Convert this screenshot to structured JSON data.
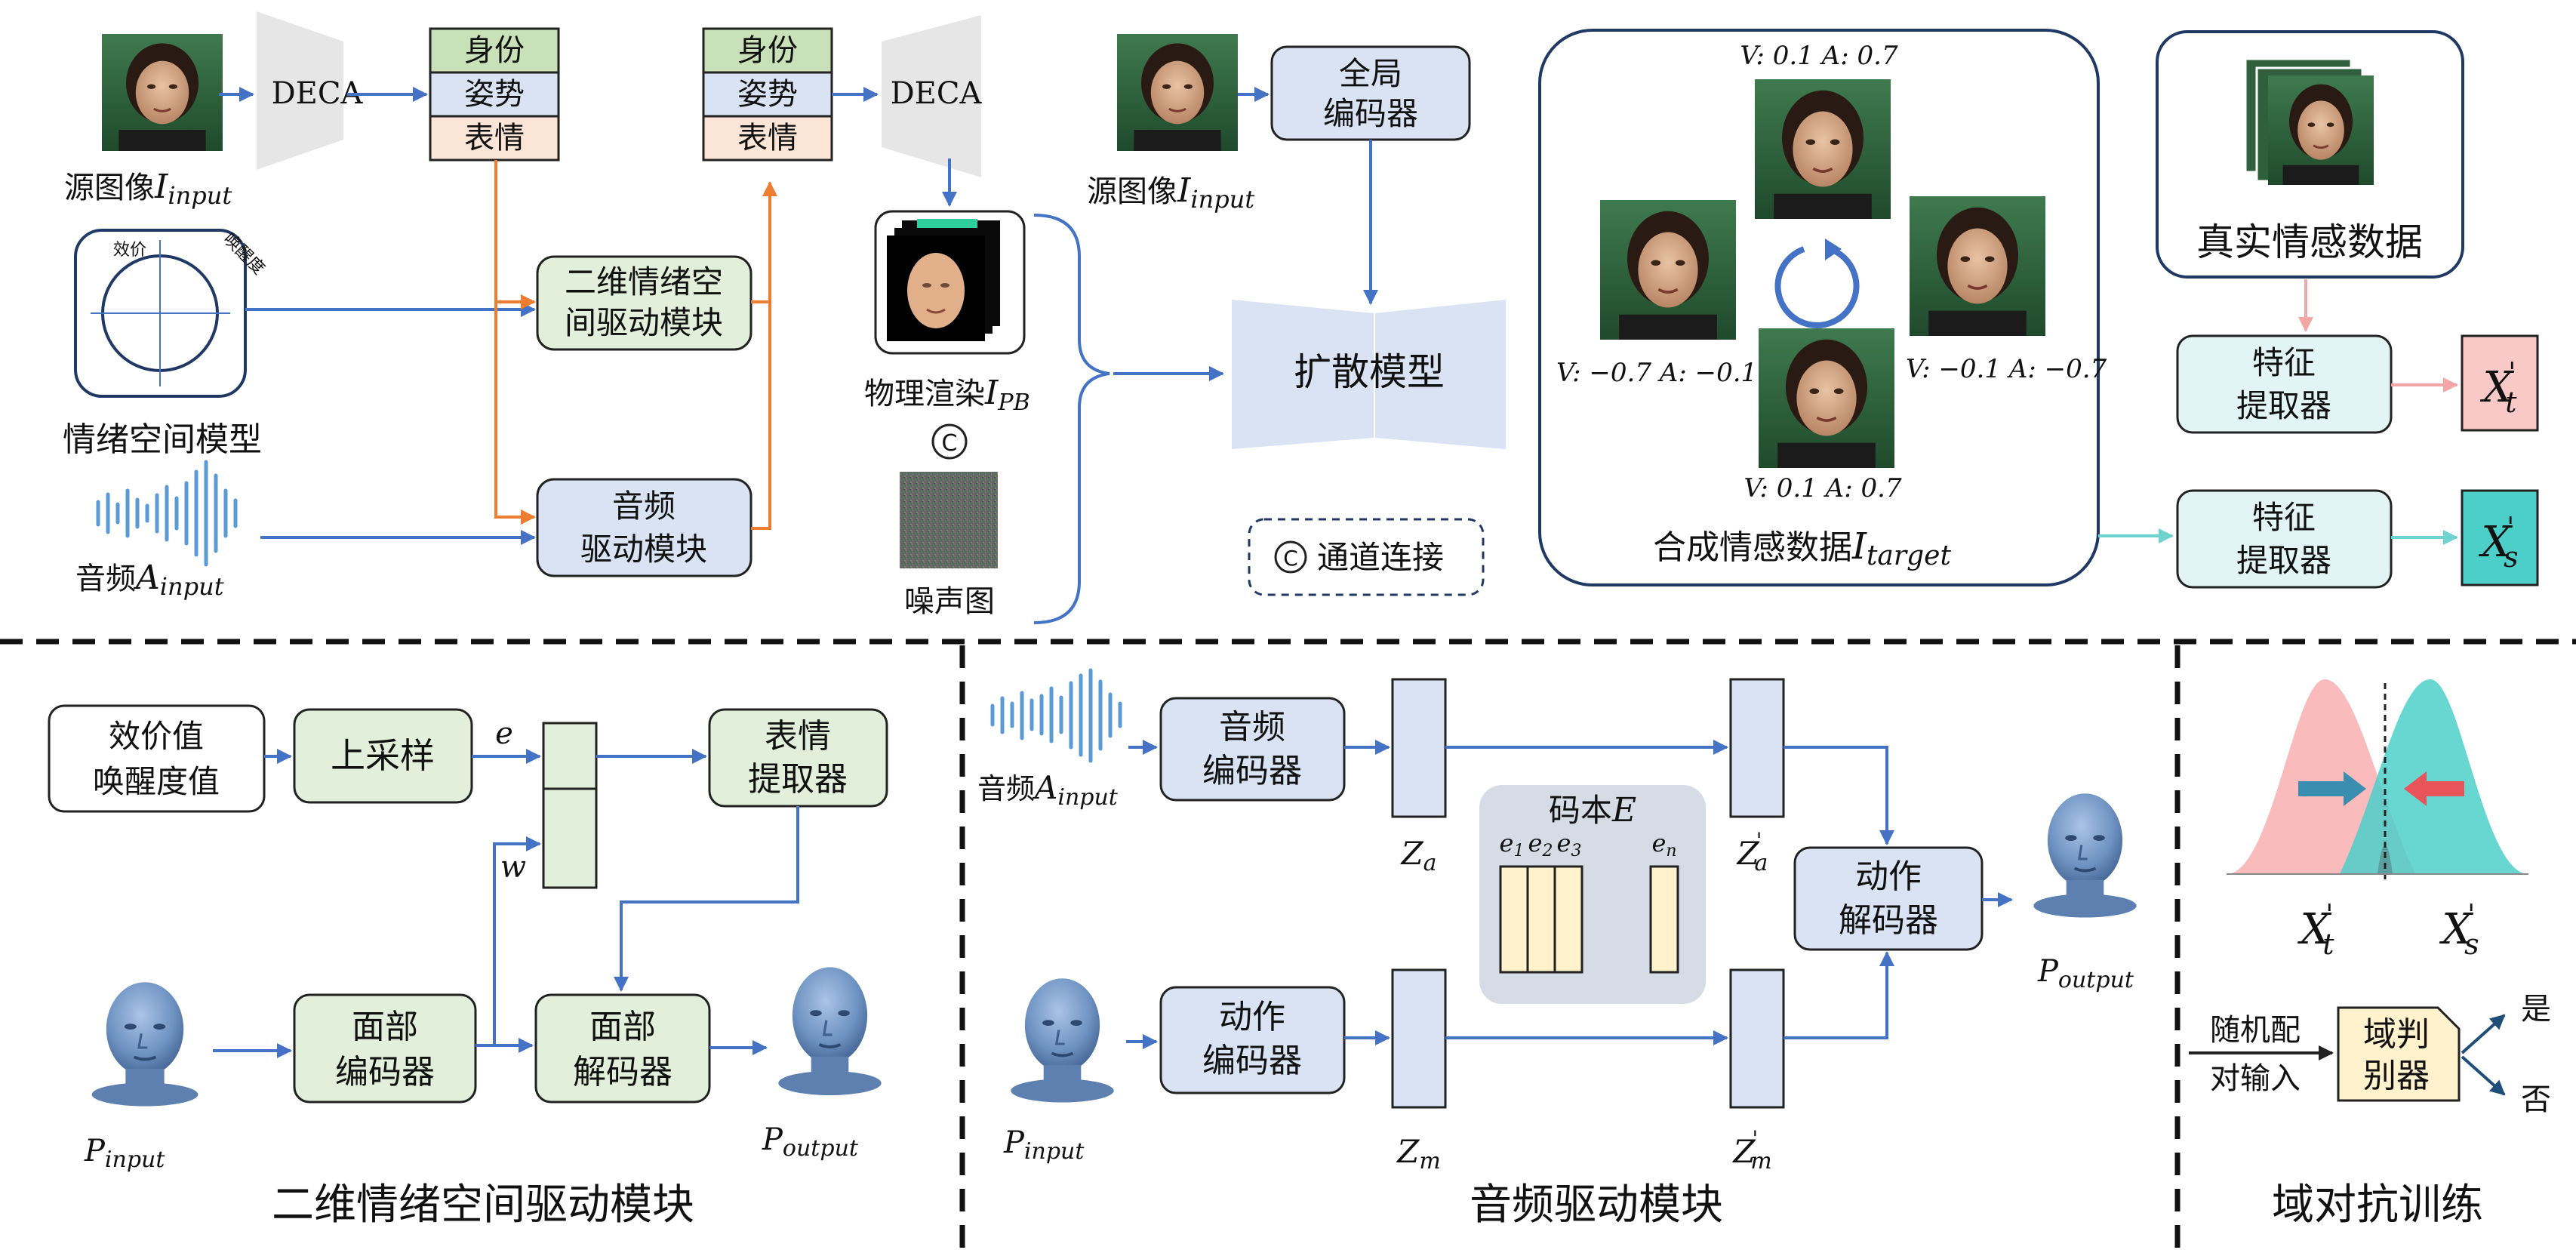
{
  "top": {
    "deca_label": "DECA",
    "deca2_label": "DECA",
    "params": [
      "身份",
      "姿势",
      "表情"
    ],
    "params2": [
      "身份",
      "姿势",
      "表情"
    ],
    "source_label_cn": "源图像",
    "source_label_sym": "I",
    "source_label_sub": "input",
    "source2_label_cn": "源图像",
    "source2_label_sym": "I",
    "source2_label_sub": "input",
    "circle_valence": "效价",
    "circle_arousal": "唤醒度",
    "emotion_space_model": "情绪空间模型",
    "module_2d_line1": "二维情绪空",
    "module_2d_line2": "间驱动模块",
    "module_audio_line1": "音频",
    "module_audio_line2": "驱动模块",
    "audio_label_cn": "音频",
    "audio_label_sym": "A",
    "audio_label_sub": "input",
    "render_label_cn": "物理渲染",
    "render_label_sym": "I",
    "render_label_sub": "PB",
    "concat_symbol": "C",
    "noise_label": "噪声图",
    "global_encoder_line1": "全局",
    "global_encoder_line2": "编码器",
    "diffusion_label": "扩散模型",
    "legend_concat": "通道连接",
    "synth_va_top": "V: 0.1  A: 0.7",
    "synth_va_left": "V: −0.7  A: −0.1",
    "synth_va_right": "V: −0.1  A: −0.7",
    "synth_va_bottom": "V: 0.1  A: 0.7",
    "synth_label_cn": "合成情感数据",
    "synth_label_sym": "I",
    "synth_label_sub": "target",
    "real_label": "真实情感数据",
    "feat1_line1": "特征",
    "feat1_line2": "提取器",
    "feat2_line1": "特征",
    "feat2_line2": "提取器",
    "xt_sym": "X",
    "xt_sub": "t",
    "xs_sym": "X",
    "xs_sub": "s",
    "prime": "'"
  },
  "bottom_left": {
    "input_line1": "效价值",
    "input_line2": "唤醒度值",
    "upsample": "上采样",
    "e_label": "e",
    "w_label": "w",
    "expr_line1": "表情",
    "expr_line2": "提取器",
    "face_enc_line1": "面部",
    "face_enc_line2": "编码器",
    "face_dec_line1": "面部",
    "face_dec_line2": "解码器",
    "p_input_sym": "P",
    "p_input_sub": "input",
    "p_output_sym": "P",
    "p_output_sub": "output",
    "title": "二维情绪空间驱动模块"
  },
  "bottom_middle": {
    "audio_label_cn": "音频",
    "audio_label_sym": "A",
    "audio_label_sub": "input",
    "audio_enc_line1": "音频",
    "audio_enc_line2": "编码器",
    "motion_enc_line1": "动作",
    "motion_enc_line2": "编码器",
    "za": "Z",
    "za_sub": "a",
    "zm": "Z",
    "zm_sub": "m",
    "codebook_cn": "码本",
    "codebook_sym": "E",
    "e1": "e",
    "e1_sub": "1",
    "e2": "e",
    "e2_sub": "2",
    "e3": "e",
    "e3_sub": "3",
    "en": "e",
    "en_sub": "n",
    "motion_dec_line1": "动作",
    "motion_dec_line2": "解码器",
    "p_input_sym": "P",
    "p_input_sub": "input",
    "p_output_sym": "P",
    "p_output_sub": "output",
    "title": "音频驱动模块"
  },
  "bottom_right": {
    "xt_sym": "X",
    "xt_sub": "t",
    "xs_sym": "X",
    "xs_sub": "s",
    "random_line1": "随机配",
    "random_line2": "对输入",
    "disc_line1": "域判",
    "disc_line2": "别器",
    "yes": "是",
    "no": "否",
    "title": "域对抗训练"
  },
  "colors": {
    "blue_line": "#4472c4",
    "orange_line": "#ed7d31",
    "green_fill": "#e2efda",
    "blue_fill": "#dae3f3",
    "peach_fill": "#fbe5d6",
    "cyan_fill": "#e2f5f4",
    "pink_label": "#f8c9c6",
    "teal_label": "#4dcfc9",
    "yellow_fill": "#fff2cc",
    "gray_shape": "#e7e6e6"
  }
}
